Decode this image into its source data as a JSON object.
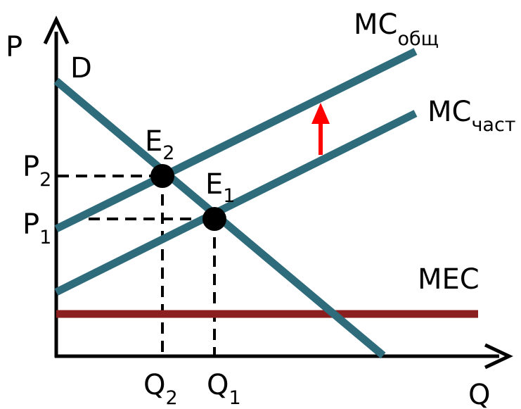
{
  "axes": {
    "y_label": "P",
    "x_label": "Q"
  },
  "curves": {
    "demand": {
      "label": "D"
    },
    "mc_total": {
      "label": "MC",
      "subscript": "общ"
    },
    "mc_private": {
      "label": "MC",
      "subscript": "част"
    },
    "mec": {
      "label": "MEC"
    }
  },
  "points": {
    "e1": {
      "label": "E",
      "subscript": "1"
    },
    "e2": {
      "label": "E",
      "subscript": "2"
    }
  },
  "prices": {
    "p1": {
      "label": "P",
      "subscript": "1"
    },
    "p2": {
      "label": "P",
      "subscript": "2"
    }
  },
  "quantities": {
    "q1": {
      "label": "Q",
      "subscript": "1"
    },
    "q2": {
      "label": "Q",
      "subscript": "2"
    }
  },
  "colors": {
    "curve": "#2e6b7b",
    "mec": "#8b1f1f",
    "shift_arrow": "#ff0000",
    "axis": "#000000"
  }
}
